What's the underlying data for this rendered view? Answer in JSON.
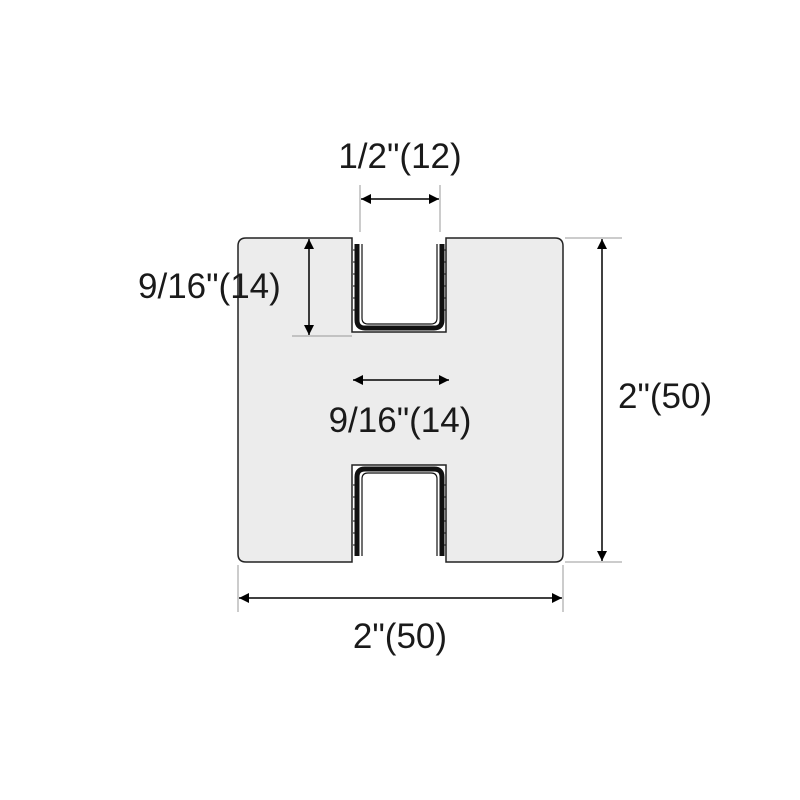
{
  "diagram": {
    "colors": {
      "profile_fill": "#ececec",
      "profile_stroke": "#222222",
      "dimension": "#000000"
    },
    "dimensions": {
      "slot_opening": "1/2\"(12)",
      "slot_depth": "9/16\"(14)",
      "web_width": "9/16\"(14)",
      "height": "2\"(50)",
      "width": "2\"(50)"
    }
  }
}
